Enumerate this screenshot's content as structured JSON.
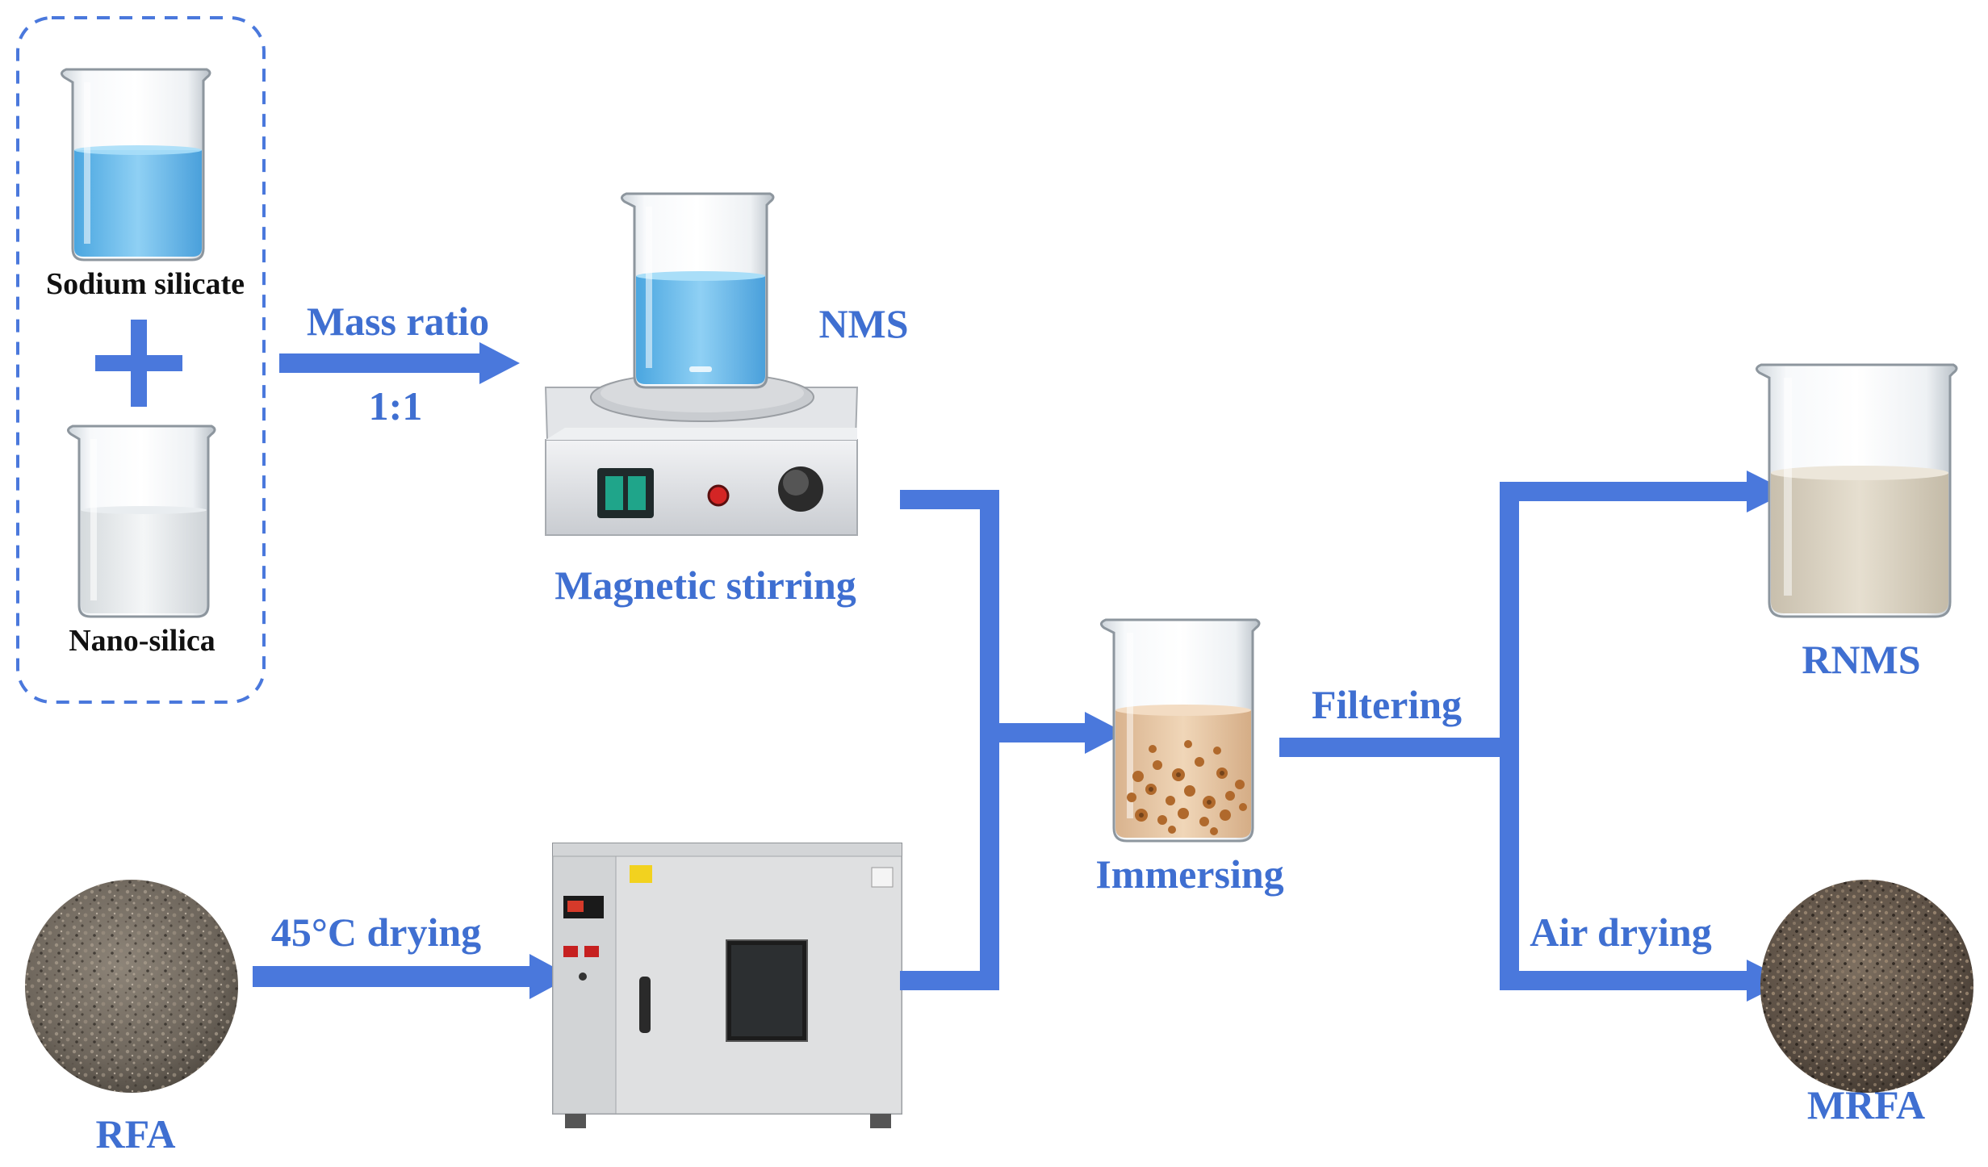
{
  "colors": {
    "accent_blue": "#4a78dc",
    "label_blue": "#3f6fd1",
    "water_blue": "#7cc4ee",
    "rnms_liquid": "#d9d2c2",
    "immersion_liquid": "#e8c9a8",
    "particle_brown": "#b0692c"
  },
  "labels": {
    "sodium_silicate": "Sodium  silicate",
    "nano_silica": "Nano-silica",
    "mass_ratio": "Mass ratio",
    "ratio_value": "1:1",
    "nms": "NMS",
    "magnetic_stirring": "Magnetic stirring",
    "rfa": "RFA",
    "drying_45c": "45°C drying",
    "immersing": "Immersing",
    "filtering": "Filtering",
    "rnms": "RNMS",
    "air_drying": "Air drying",
    "mrfa": "MRFA"
  },
  "icons": {
    "beaker_sodium_silicate": "beaker-blue-liquid-icon",
    "plus": "plus-icon",
    "beaker_nano_silica": "beaker-clear-liquid-icon",
    "magnetic_stirrer": "magnetic-stirrer-icon",
    "drying_oven": "drying-oven-icon",
    "beaker_immersion": "beaker-aggregate-immersion-icon",
    "beaker_rnms": "beaker-residual-liquid-icon",
    "rfa_sample": "aggregate-sample-icon",
    "mrfa_sample": "modified-aggregate-sample-icon"
  }
}
